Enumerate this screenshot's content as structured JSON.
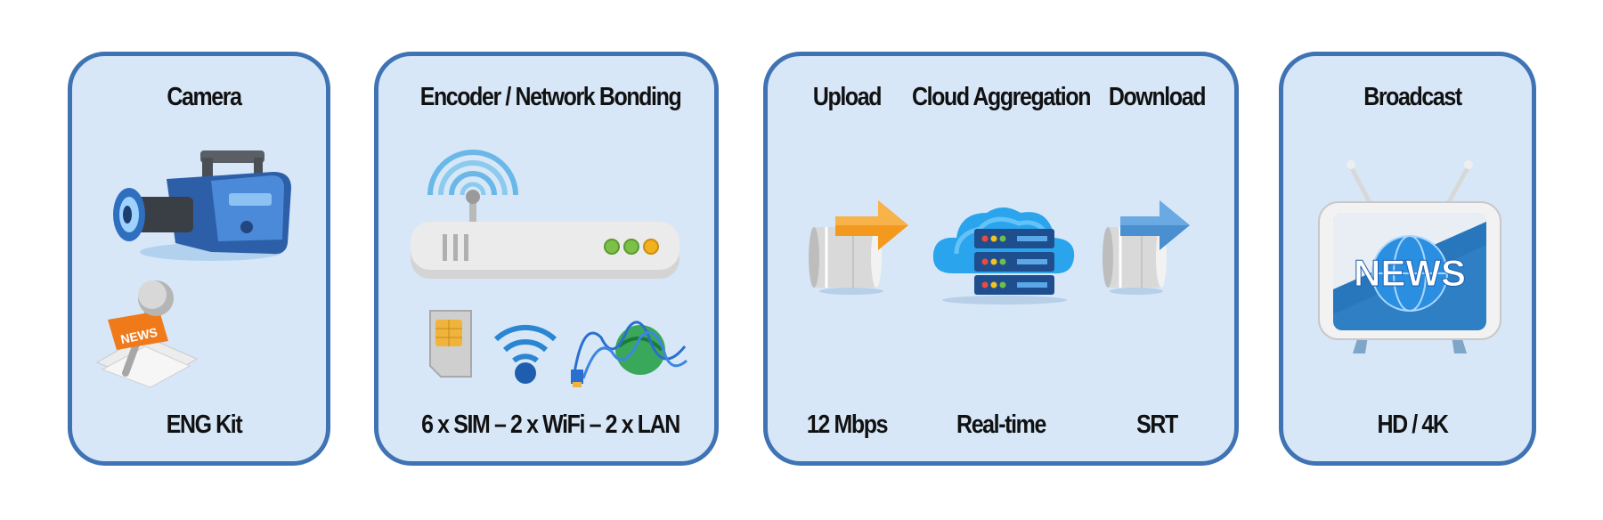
{
  "panels": {
    "camera": {
      "title": "Camera",
      "subtitle": "ENG Kit",
      "mic_flag": "NEWS"
    },
    "encoder": {
      "title": "Encoder / Network Bonding",
      "subtitle": "6 x SIM – 2 x WiFi – 2 x LAN"
    },
    "transfer": {
      "upload": {
        "title": "Upload",
        "subtitle": "12 Mbps"
      },
      "cloud": {
        "title": "Cloud Aggregation",
        "subtitle": "Real-time"
      },
      "download": {
        "title": "Download",
        "subtitle": "SRT"
      }
    },
    "broadcast": {
      "title": "Broadcast",
      "subtitle": "HD / 4K",
      "tv_text": "NEWS"
    }
  },
  "colors": {
    "panel_fill": "#d7e7f8",
    "panel_border": "#3f73b4",
    "upload_arrow": "#f39a1e",
    "download_arrow": "#4a8fd0",
    "cloud": "#2aa4ec"
  },
  "icons": [
    "camcorder-icon",
    "microphone-icon",
    "router-icon",
    "sim-card-icon",
    "wifi-icon",
    "ethernet-cable-icon",
    "upload-arrow-icon",
    "cloud-server-icon",
    "download-arrow-icon",
    "tv-news-icon"
  ]
}
